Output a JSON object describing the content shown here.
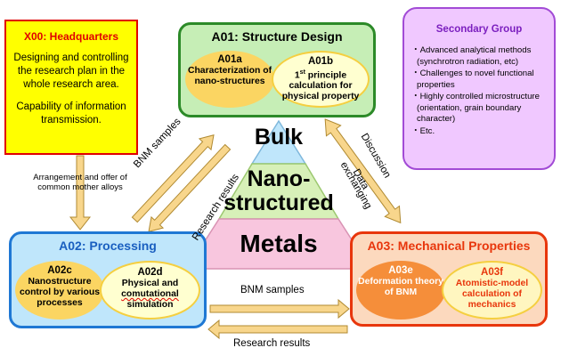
{
  "headquarters": {
    "title": "X00: Headquarters",
    "para1": "Designing and controlling the research plan in the whole research area.",
    "para2": "Capability of information transmission."
  },
  "secondary": {
    "title": "Secondary Group",
    "items": [
      "・Advanced analytical methods (synchrotron radiation, etc)",
      "・Challenges to novel functional properties",
      "・Highly controlled microstructure (orientation, grain boundary character)",
      "・Etc."
    ]
  },
  "a01": {
    "title": "A01: Structure Design",
    "a": {
      "code": "A01a",
      "text": "Characterization of nano-structures"
    },
    "b": {
      "code": "A01b",
      "text_prefix": "1",
      "sup": "st",
      "text_rest": " principle calculation for physical property"
    }
  },
  "a02": {
    "title": "A02: Processing",
    "c": {
      "code": "A02c",
      "text": "Nanostructure control by various processes"
    },
    "d": {
      "code": "A02d",
      "text1": "Physical and ",
      "text2": "comutational",
      "text3": " simulation"
    }
  },
  "a03": {
    "title": "A03: Mechanical Properties",
    "e": {
      "code": "A03e",
      "text": "Deformation theory of BNM"
    },
    "f": {
      "code": "A03f",
      "text": "Atomistic-model calculation of mechanics"
    }
  },
  "pyramid": {
    "top": "Bulk",
    "mid1": "Nano-",
    "mid2": "structured",
    "bottom": "Metals"
  },
  "labels": {
    "arrangement": "Arrangement and offer of common mother alloys",
    "bnm_left": "BNM samples",
    "research_left": "Research results",
    "discussion": "Discussion",
    "data_exchanging1": "Data",
    "data_exchanging2": "exchanging",
    "bnm_bottom": "BNM samples",
    "research_bottom": "Research results"
  },
  "colors": {
    "hq_fill": "#ffff00",
    "hq_border": "#e00000",
    "secondary_fill": "#f0c8ff",
    "a01_fill": "#c6eeb6",
    "a02_fill": "#bfe6fb",
    "a03_fill": "#fcd9be",
    "arrow_fill": "#f8d68c",
    "pyramid_top": "#bfe6fb",
    "pyramid_mid": "#d7f0b8",
    "pyramid_bottom": "#f8c6de"
  }
}
